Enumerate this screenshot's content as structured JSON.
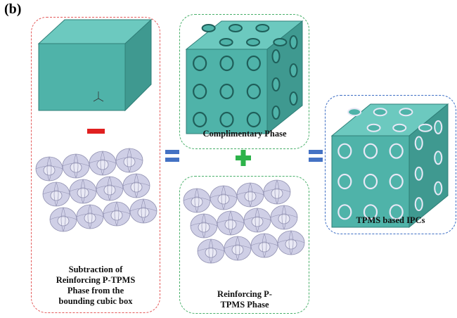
{
  "figure": {
    "label": "(b)",
    "colors": {
      "cube_front": "#4fb3a9",
      "cube_top": "#6cc9bf",
      "cube_side": "#3f9990",
      "lattice": "#cfcfe6",
      "lattice_line": "#8f8fb0",
      "minus": "#e02020",
      "equals": "#4472c4",
      "plus": "#2db34a"
    },
    "operators": {
      "minus": "minus-sign",
      "equals": "equals-sign",
      "plus": "plus-sign"
    }
  },
  "panels": {
    "subtraction": {
      "caption_lines": [
        "Subtraction of",
        "Reinforcing P-TPMS",
        "Phase from the",
        "bounding cubic box"
      ]
    },
    "complementary": {
      "caption_lines": [
        "Complimentary Phase"
      ]
    },
    "reinforcing": {
      "caption_lines": [
        "Reinforcing P-",
        "TPMS Phase"
      ]
    },
    "result": {
      "caption_lines": [
        "TPMS based IPCs"
      ]
    }
  }
}
